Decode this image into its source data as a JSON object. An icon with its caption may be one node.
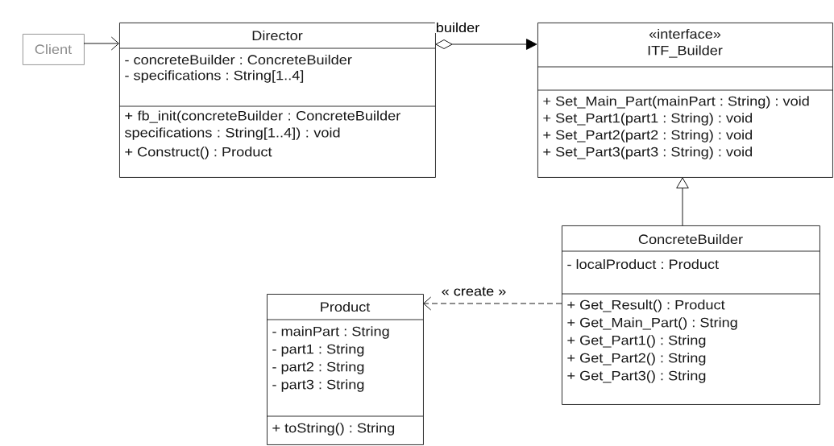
{
  "diagram": {
    "nodes": [
      {
        "text": [
          "Client"
        ]
      },
      {
        "text": [
          "Director",
          "- concreteBuilder : ConcreteBuilder",
          "- specifications : String[1..4]",
          "+ fb_init(concreteBuilder : ConcreteBuilder specifications : String[1..4]) : void",
          "+ Construct() : Product"
        ]
      },
      {
        "text": [
          "«interface»",
          "ITF_Builder",
          "+ Set_Main_Part(mainPart : String) : void",
          "+ Set_Part1(part1 : String) : void",
          "+ Set_Part2(part2 : String) : void",
          "+ Set_Part3(part3 : String) : void"
        ]
      },
      {
        "text": [
          "ConcreteBuilder",
          "- localProduct : Product",
          "+ Get_Result() : Product",
          "+ Get_Main_Part() : String",
          "+ Get_Part1() : String",
          "+ Get_Part2() : String",
          "+ Get_Part3() : String"
        ]
      },
      {
        "text": [
          "Product",
          "- mainPart : String",
          "- part1 : String",
          "- part2 : String",
          "- part3 : String",
          "+ toString() : String"
        ]
      }
    ],
    "edges": [
      {
        "from": 0,
        "to": 1,
        "arrow": "to"
      },
      {
        "from": 1,
        "to": 2,
        "arrow": "to",
        "label": "builder"
      },
      {
        "from": 3,
        "to": 2,
        "arrow": "to"
      },
      {
        "from": 3,
        "to": 4,
        "arrow": "to",
        "label": "« create »",
        "style": "dashed"
      }
    ]
  }
}
